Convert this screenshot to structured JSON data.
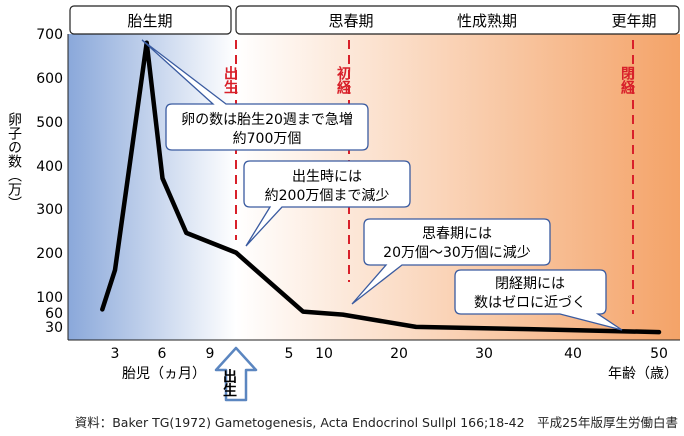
{
  "chart_data": {
    "type": "line",
    "title": "",
    "ylabel": "卵子の数（万）",
    "y_ticks": [
      "700",
      "600",
      "500",
      "400",
      "300",
      "200",
      "100",
      "60",
      "30"
    ],
    "ylim": [
      0,
      700
    ],
    "x_ticks_fetal": [
      "3",
      "6",
      "9"
    ],
    "x_ticks_age": [
      "5",
      "10",
      "20",
      "30",
      "40",
      "50"
    ],
    "xlabel_fetal": "胎児（ヵ月）",
    "xlabel_age": "年齢（歳）",
    "birth_arrow_label": "出生",
    "phases": [
      "胎生期",
      "思春期",
      "性成熟期",
      "更年期"
    ],
    "events": [
      {
        "label": "出生",
        "stage": "birth"
      },
      {
        "label": "初経",
        "age": 13
      },
      {
        "label": "閉経",
        "age": 47
      }
    ],
    "series": [
      {
        "points": [
          {
            "period": "fetal",
            "month": 2.2,
            "value": 70
          },
          {
            "period": "fetal",
            "month": 3,
            "value": 160
          },
          {
            "period": "fetal",
            "month": 5,
            "value": 680
          },
          {
            "period": "fetal",
            "month": 6,
            "value": 370
          },
          {
            "period": "fetal",
            "month": 7.5,
            "value": 245
          },
          {
            "period": "birth",
            "value": 200
          },
          {
            "period": "age",
            "age": 7,
            "value": 65
          },
          {
            "period": "age",
            "age": 12.5,
            "value": 58
          },
          {
            "period": "age",
            "age": 22,
            "value": 30
          },
          {
            "period": "age",
            "age": 35,
            "value": 25
          },
          {
            "period": "age",
            "age": 50,
            "value": 18
          }
        ]
      }
    ],
    "annotations": [
      {
        "lines": [
          "卵の数は胎生20週まで急増",
          "約700万個"
        ]
      },
      {
        "lines": [
          "出生時には",
          "約200万個まで減少"
        ]
      },
      {
        "lines": [
          "思春期には",
          "20万個〜30万個に減少"
        ]
      },
      {
        "lines": [
          "閉経期には",
          "数はゼロに近づく"
        ]
      }
    ]
  },
  "source_text": "資料：Baker TG(1972) Gametogenesis, Acta Endocrinol Sullpl 166;18-42　平成25年版厚生労働白書",
  "colors": {
    "fetal_gradient_start": "#8aa8da",
    "fetal_gradient_end": "#ffffff",
    "postnatal_gradient_start": "#ffffff",
    "postnatal_gradient_end": "#f4a368",
    "event_line": "#d8202a",
    "curve": "#000000",
    "callout_border": "#3a5ba0"
  }
}
